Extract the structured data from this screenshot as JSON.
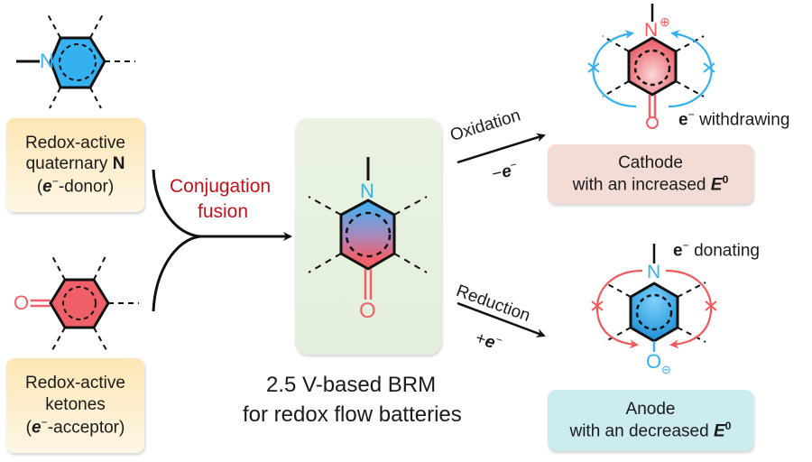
{
  "reactants": {
    "quaternary_n": {
      "atom_label": "N",
      "box_lines": [
        "Redox-active",
        "quaternary N"
      ],
      "box_bold_suffix": "N",
      "role_prefix": "(",
      "role_e": "e",
      "role_charge": "−",
      "role_text": "-donor)"
    },
    "ketone": {
      "atom_label": "O",
      "box_lines": [
        "Redox-active",
        "ketones"
      ],
      "role_prefix": "(",
      "role_e": "e",
      "role_charge": "−",
      "role_text": "-acceptor)"
    }
  },
  "fusion": {
    "label_line1": "Conjugation",
    "label_line2": "fusion"
  },
  "product": {
    "atom_n": "N",
    "atom_o": "O",
    "caption_line1": "2.5 V-based BRM",
    "caption_line2": "for redox flow batteries"
  },
  "oxidation": {
    "label": "Oxidation",
    "electron_sign": "−",
    "electron": "e",
    "electron_charge": "−",
    "atom_n": "N",
    "charge_symbol": "⊕",
    "atom_o": "O",
    "effect_e": "e",
    "effect_charge": "−",
    "effect_text": " withdrawing",
    "result_line1": "Cathode",
    "result_line2": "with an increased ",
    "result_symbol": "E",
    "result_sup": "0"
  },
  "reduction": {
    "label": "Reduction",
    "electron_sign": "+",
    "electron": "e",
    "electron_charge": "−",
    "atom_n": "N",
    "atom_o": "O",
    "charge_symbol": "⊖",
    "effect_e": "e",
    "effect_charge": "−",
    "effect_text": " donating",
    "result_line1": "Anode",
    "result_line2": "with an decreased ",
    "result_symbol": "E",
    "result_sup": "0"
  },
  "colors": {
    "blue": "#35b0f0",
    "red": "#f05a5a",
    "dark_red_text": "#c0131b",
    "ink": "#1a1a1a"
  }
}
